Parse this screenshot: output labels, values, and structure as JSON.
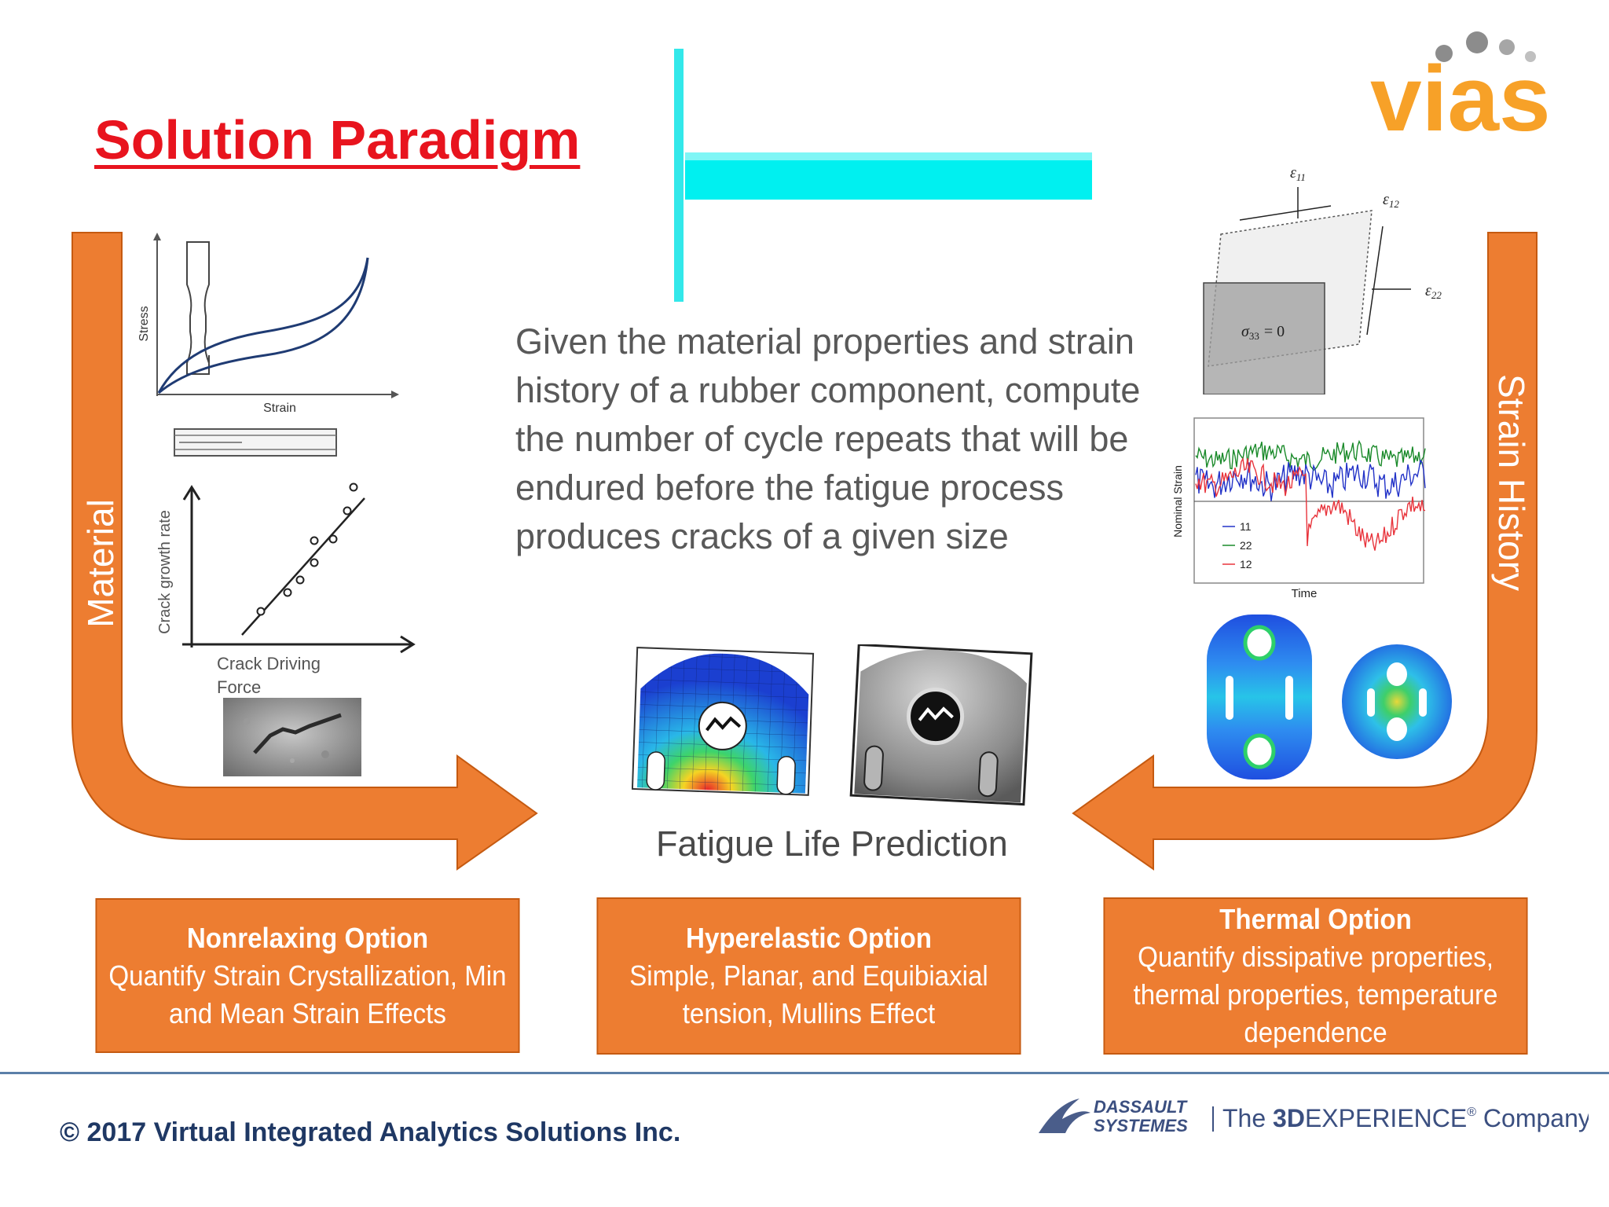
{
  "title": "Solution Paradigm",
  "logo": {
    "text": "vias",
    "color": "#f7a128",
    "dots_color": "#7f7f7f"
  },
  "description": "Given the material properties and strain history of a rubber component, compute the number of cycle repeats that will be endured before the fatigue process produces cracks of a given size",
  "center_label": "Fatigue Life Prediction",
  "side_labels": {
    "left": "Material",
    "right": "Strain History"
  },
  "stress_strain_plot": {
    "ylabel": "Stress",
    "xlabel": "Strain"
  },
  "crack_plot": {
    "ylabel": "Crack growth rate",
    "xlabel_line1": "Crack Driving",
    "xlabel_line2": "Force"
  },
  "strain_diagram": {
    "e11": "ε",
    "e11_sub": "11",
    "e12": "ε",
    "e12_sub": "12",
    "e22": "ε",
    "e22_sub": "22",
    "sigma": "σ",
    "sigma_sub": "33",
    "sigma_eq": "= 0"
  },
  "strain_history_plot": {
    "ylabel": "Nominal Strain",
    "xlabel": "Time",
    "legend": [
      "11",
      "22",
      "12"
    ],
    "colors": [
      "#2333c8",
      "#1a8a2a",
      "#e8343c"
    ]
  },
  "options": [
    {
      "heading": "Nonrelaxing Option",
      "line1": "Quantify Strain Crystallization, Min",
      "line2": "and Mean Strain Effects"
    },
    {
      "heading": "Hyperelastic Option",
      "line1": "Simple, Planar, and Equibiaxial",
      "line2": "tension, Mullins Effect"
    },
    {
      "heading": "Thermal Option",
      "line1": "Quantify dissipative properties,",
      "line2": "thermal properties, temperature",
      "line3": "dependence"
    }
  ],
  "footer": {
    "copyright": "© 2017 Virtual Integrated Analytics Solutions Inc.",
    "ds_line1": "DASSAULT",
    "ds_line2": "SYSTEMES",
    "ds_tagline_pre": "The ",
    "ds_tagline_bold": "3D",
    "ds_tagline_mid": "EXPERIENCE",
    "ds_tagline_reg": "®",
    "ds_tagline_post": " Company"
  },
  "colors": {
    "accent": "#ed7d31",
    "title": "#e8141e",
    "cyan": "#00f0f0",
    "footer_text": "#1f3864"
  }
}
